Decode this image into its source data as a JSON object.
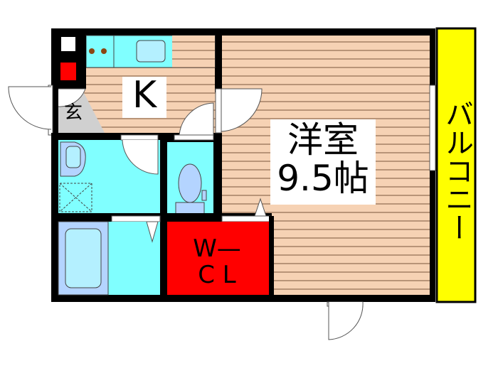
{
  "rooms": {
    "entrance": "玄",
    "kitchen": "K",
    "western_room_name": "洋室",
    "western_room_size": "9.5帖",
    "closet_line1": "W—",
    "closet_line2": "C L",
    "balcony": "バルコニー"
  },
  "colors": {
    "wall": "#000000",
    "floor": "#f6d2b4",
    "floor_stripe": "#b89478",
    "wet_area": "#80ffff",
    "fixture": "#b4d4ff",
    "closet": "#ff0000",
    "balcony": "#ffff00",
    "entrance": "#d0d0d0"
  }
}
